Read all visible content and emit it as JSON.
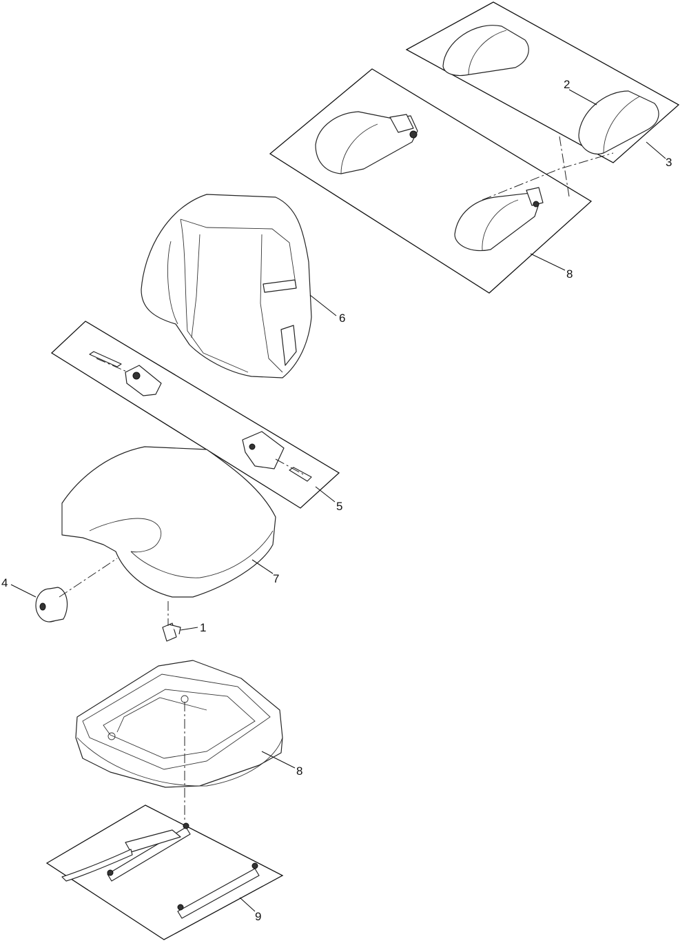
{
  "diagram": {
    "callouts": {
      "c1": "1",
      "c2": "2",
      "c3": "3",
      "c4": "4",
      "c5": "5",
      "c6": "6",
      "c7": "7",
      "c8_top": "8",
      "c8_bottom": "8",
      "c9": "9"
    }
  }
}
